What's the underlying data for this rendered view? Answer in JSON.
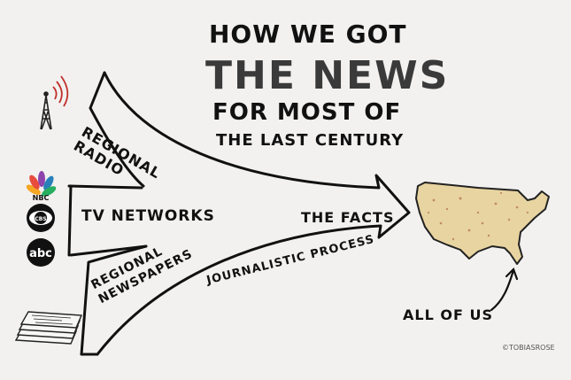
{
  "title": {
    "line1": "HOW WE GOT",
    "line2": "THE NEWS",
    "line3": "FOR MOST OF",
    "line4": "THE LAST CENTURY"
  },
  "sources": {
    "radio_line1": "REGIONAL",
    "radio_line2": "RADIO",
    "tv": "TV NETWORKS",
    "news_line1": "REGIONAL",
    "news_line2": "NEWSPAPERS"
  },
  "logos": {
    "nbc": "NBC",
    "cbs": "CBS",
    "abc": "abc"
  },
  "flow": {
    "facts": "THE FACTS",
    "process": "JOURNALISTIC PROCESS"
  },
  "audience": "ALL OF US",
  "credit": "©TOBIASROSE",
  "colors": {
    "background": "#f2f1f0",
    "ink": "#111111",
    "map_fill": "#e8d4a0",
    "radio_waves": "#c0302a"
  }
}
